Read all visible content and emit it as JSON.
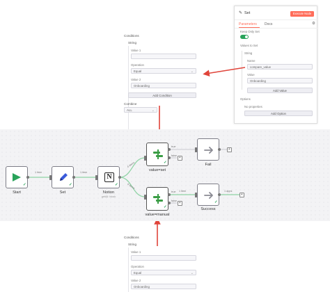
{
  "set_panel": {
    "title": "Set",
    "execute_label": "Execute Node",
    "tabs": [
      "Parameters",
      "Docs"
    ],
    "keep_only_set_label": "Keep Only Set",
    "values_to_set_label": "Values to Set",
    "string_label": "String",
    "name_label": "Name",
    "name_value": "compare_value",
    "value_label": "Value",
    "value_value": "Onboarding",
    "add_value_label": "Add Value",
    "options_label": "Options",
    "no_properties_label": "No properties",
    "add_option_label": "Add Option",
    "accent_color": "#ff6d5a"
  },
  "if_panel_top": {
    "conditions_label": "Conditions",
    "string_label": "String",
    "value1_label": "Value 1",
    "value1_value": "",
    "operation_label": "Operation",
    "operation_value": "Equal",
    "value2_label": "Value 2",
    "value2_value": "Onboarding",
    "add_condition_label": "Add Condition",
    "combine_label": "Combine",
    "combine_value": "ALL"
  },
  "if_panel_bottom": {
    "conditions_label": "Conditions",
    "string_label": "String",
    "value1_label": "Value 1",
    "value1_value": "",
    "operation_label": "Operation",
    "operation_value": "Equal",
    "value2_label": "Value 2",
    "value2_value": "Onboarding"
  },
  "workflow": {
    "nodes": {
      "start": {
        "title": "Start",
        "icon": "play-icon"
      },
      "set": {
        "title": "Set",
        "icon": "pen-icon"
      },
      "notion": {
        "title": "Notion",
        "subtitle": "getAll: block",
        "icon": "notion-icon"
      },
      "if_set": {
        "title": "value=set",
        "icon": "if-icon"
      },
      "if_manual": {
        "title": "value=manual",
        "icon": "if-icon"
      },
      "fail": {
        "title": "Fail",
        "icon": "arrow-right-icon"
      },
      "success": {
        "title": "Success",
        "icon": "arrow-right-icon"
      }
    },
    "connections": {
      "start_set": "1 item",
      "set_notion": "1 item",
      "notion_if_set": "4 items",
      "notion_if_manual": "4 items",
      "if_manual_success": "1 item",
      "success_out": "1 apps"
    },
    "outputs": {
      "true": "true",
      "false": "false"
    },
    "colors": {
      "connection": "#8fd3a5",
      "active_connection": "#29a35a",
      "arrow": "#e0443a",
      "if_green": "#3a9d45"
    }
  }
}
